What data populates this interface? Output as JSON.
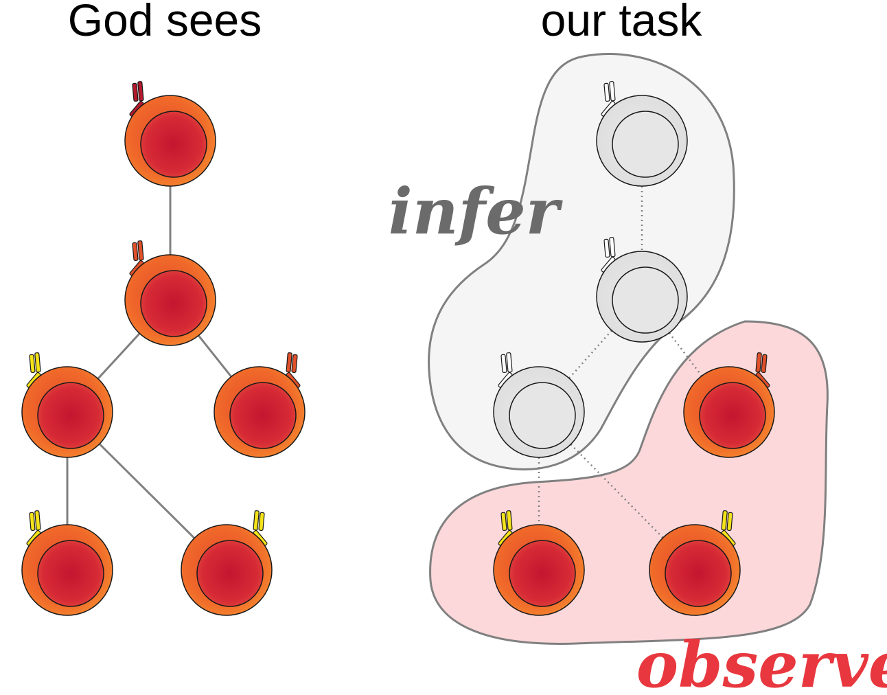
{
  "left_panel": {
    "title": "God sees"
  },
  "right_panel": {
    "title": "our task"
  },
  "regions": {
    "infer": {
      "label": "infer",
      "color": "#6b6b6b",
      "fill": "#f5f5f5",
      "stroke": "#808080"
    },
    "observe": {
      "label": "observe",
      "color": "#e8373e",
      "fill": "#fdd8da",
      "stroke": "#808080"
    }
  },
  "colors": {
    "cell_outer": "#f06a2a",
    "cell_nucleus": "#cc1c33",
    "inferred_cell": "#e6e6e6",
    "edge": "#808080",
    "receptor_dark_red": "#b3192c",
    "receptor_orange_red": "#e0502a",
    "receptor_yellow": "#f5e31a"
  }
}
